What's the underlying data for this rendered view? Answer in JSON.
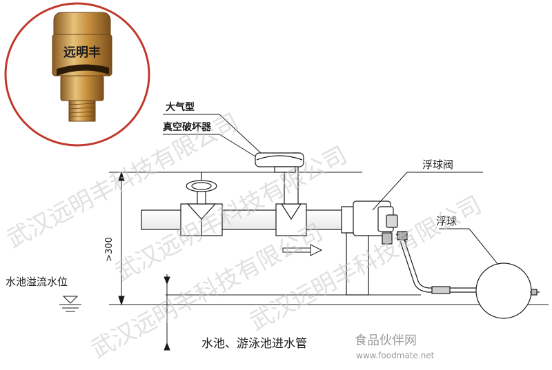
{
  "labels": {
    "vacuum_breaker_line1": "大气型",
    "vacuum_breaker_line2": "真空破坏器",
    "float_valve": "浮球阀",
    "float_ball": "浮球",
    "overflow_level": "水池溢流水位",
    "dimension": ">300",
    "inlet_pipe": "水池、游泳池进水管",
    "product_brand": "远明丰"
  },
  "watermarks": {
    "company": "武汉远明丰科技有限公司",
    "site_name": "食品伙伴网",
    "site_url": "www.foodmate.net"
  },
  "colors": {
    "line": "#1a1a1a",
    "inset_border": "#c0392b",
    "brass": "#b8863a",
    "watermark": "#c8c8c8"
  }
}
